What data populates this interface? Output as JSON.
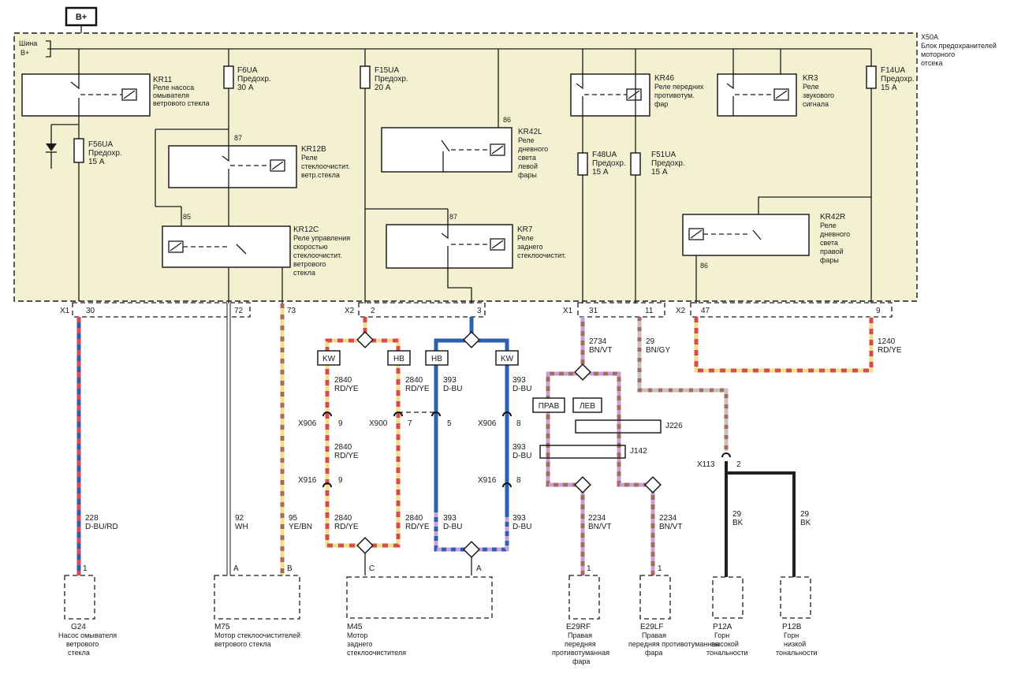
{
  "power": {
    "bplus": "B+",
    "bus_line1": "Шина",
    "bus_line2": "B+"
  },
  "fuse_block": {
    "id": "X50A",
    "lines": [
      "Блок предохранителей",
      "моторного",
      "отсека"
    ]
  },
  "relays": {
    "kr11": {
      "id": "KR11",
      "lines": [
        "Реле насоса",
        "омывателя",
        "ветрового стекла"
      ]
    },
    "kr12b": {
      "id": "KR12B",
      "pin": "87",
      "lines": [
        "Реле",
        "стеклоочистит.",
        "ветр.стекла"
      ]
    },
    "kr12c": {
      "id": "KR12C",
      "pin": "85",
      "lines": [
        "Реле управления",
        "скоростью",
        "стеклоочистит.",
        "ветрового",
        "стекла"
      ]
    },
    "kr42l": {
      "id": "KR42L",
      "pin": "86",
      "lines": [
        "Реле",
        "дневного",
        "света",
        "левой",
        "фары"
      ]
    },
    "kr7": {
      "id": "KR7",
      "pin": "87",
      "lines": [
        "Реле",
        "заднего",
        "стеклоочистит."
      ]
    },
    "kr46": {
      "id": "KR46",
      "lines": [
        "Реле передних",
        "противотум.",
        "фар"
      ]
    },
    "kr3": {
      "id": "KR3",
      "lines": [
        "Реле",
        "звукового",
        "сигнала"
      ]
    },
    "kr42r": {
      "id": "KR42R",
      "pin": "86",
      "lines": [
        "Реле",
        "дневного",
        "света",
        "правой",
        "фары"
      ]
    }
  },
  "fuses": {
    "f56ua": {
      "id": "F56UA",
      "lines": [
        "Предохр.",
        "15 А"
      ]
    },
    "f6ua": {
      "id": "F6UA",
      "lines": [
        "Предохр.",
        "30 А"
      ]
    },
    "f15ua": {
      "id": "F15UA",
      "lines": [
        "Предохр.",
        "20 А"
      ]
    },
    "f48ua": {
      "id": "F48UA",
      "lines": [
        "Предохр.",
        "15 А"
      ]
    },
    "f51ua": {
      "id": "F51UA",
      "lines": [
        "Предохр.",
        "15 А"
      ]
    },
    "f14ua": {
      "id": "F14UA",
      "lines": [
        "Предохр.",
        "15 А"
      ]
    }
  },
  "connectors": {
    "x1_left": {
      "id": "X1",
      "pin": "30"
    },
    "pin72": "72",
    "pin73": "73",
    "x2_left": {
      "id": "X2",
      "pin": "2"
    },
    "pin3": "3",
    "x1_right": {
      "id": "X1",
      "pin": "31"
    },
    "pin11": "11",
    "x2_right": {
      "id": "X2",
      "pin": "47"
    },
    "pin9": "9",
    "x906a": {
      "id": "X906",
      "pin": "9"
    },
    "x900": {
      "id": "X900",
      "pin": "7"
    },
    "pin5": "5",
    "x906b": {
      "id": "X906",
      "pin": "8"
    },
    "x916a": {
      "id": "X916",
      "pin": "9"
    },
    "x916b": {
      "id": "X916",
      "pin": "8"
    },
    "x113": {
      "id": "X113",
      "pin": "2"
    },
    "j226": "J226",
    "j142": "J142"
  },
  "tags": {
    "kw": "KW",
    "hb": "HB",
    "prav": "ПРАВ",
    "lev": "ЛЕВ"
  },
  "wires": {
    "w228": {
      "num": "228",
      "color": "D-BU/RD"
    },
    "w92": {
      "num": "92",
      "color": "WH"
    },
    "w95": {
      "num": "95",
      "color": "YE/BN"
    },
    "w2840a": {
      "num": "2840",
      "color": "RD/YE"
    },
    "w2840b": {
      "num": "2840",
      "color": "RD/YE"
    },
    "w2840c": {
      "num": "2840",
      "color": "RD/YE"
    },
    "w2840d": {
      "num": "2840",
      "color": "RD/YE"
    },
    "w2840e": {
      "num": "2840",
      "color": "RD/YE"
    },
    "w393a": {
      "num": "393",
      "color": "D-BU"
    },
    "w393b": {
      "num": "393",
      "color": "D-BU"
    },
    "w393c": {
      "num": "393",
      "color": "D-BU"
    },
    "w393d": {
      "num": "393",
      "color": "D-BU"
    },
    "w393e": {
      "num": "393",
      "color": "D-BU"
    },
    "w2734": {
      "num": "2734",
      "color": "BN/VT"
    },
    "w29a": {
      "num": "29",
      "color": "BN/GY"
    },
    "w1240": {
      "num": "1240",
      "color": "RD/YE"
    },
    "w2234a": {
      "num": "2234",
      "color": "BN/VT"
    },
    "w2234b": {
      "num": "2234",
      "color": "BN/VT"
    },
    "w29b": {
      "num": "29",
      "color": "BK"
    },
    "w29c": {
      "num": "29",
      "color": "BK"
    }
  },
  "components": {
    "g24": {
      "id": "G24",
      "pin": "1",
      "lines": [
        "Насос омывателя",
        "ветрового",
        "стекла"
      ]
    },
    "m75": {
      "id": "M75",
      "pins": [
        "A",
        "B"
      ],
      "lines": [
        "Мотор стеклоочистителей",
        "ветрового стекла"
      ]
    },
    "m45": {
      "id": "M45",
      "pins": [
        "C",
        "A"
      ],
      "lines": [
        "Мотор",
        "заднего",
        "стеклоочистителя"
      ]
    },
    "e29rf": {
      "id": "E29RF",
      "pin": "1",
      "lines": [
        "Правая",
        "передняя",
        "противотуманная",
        "фара"
      ]
    },
    "e29lf": {
      "id": "E29LF",
      "pin": "1",
      "lines": [
        "Правая",
        "передняя противотуманная",
        "фара"
      ]
    },
    "p12a": {
      "id": "P12A",
      "lines": [
        "Горн",
        "высокой",
        "тональности"
      ]
    },
    "p12b": {
      "id": "P12B",
      "lines": [
        "Горн",
        "низкой",
        "тональности"
      ]
    }
  },
  "colors": {
    "panel": "#f4f1d2",
    "red": "#d94a52",
    "yellow": "#efe088",
    "blue": "#2f5fb0",
    "brown": "#a36b62",
    "violet": "#c7a0d8",
    "grey": "#c8c1bb",
    "black": "#202020",
    "white": "#ffffff"
  }
}
